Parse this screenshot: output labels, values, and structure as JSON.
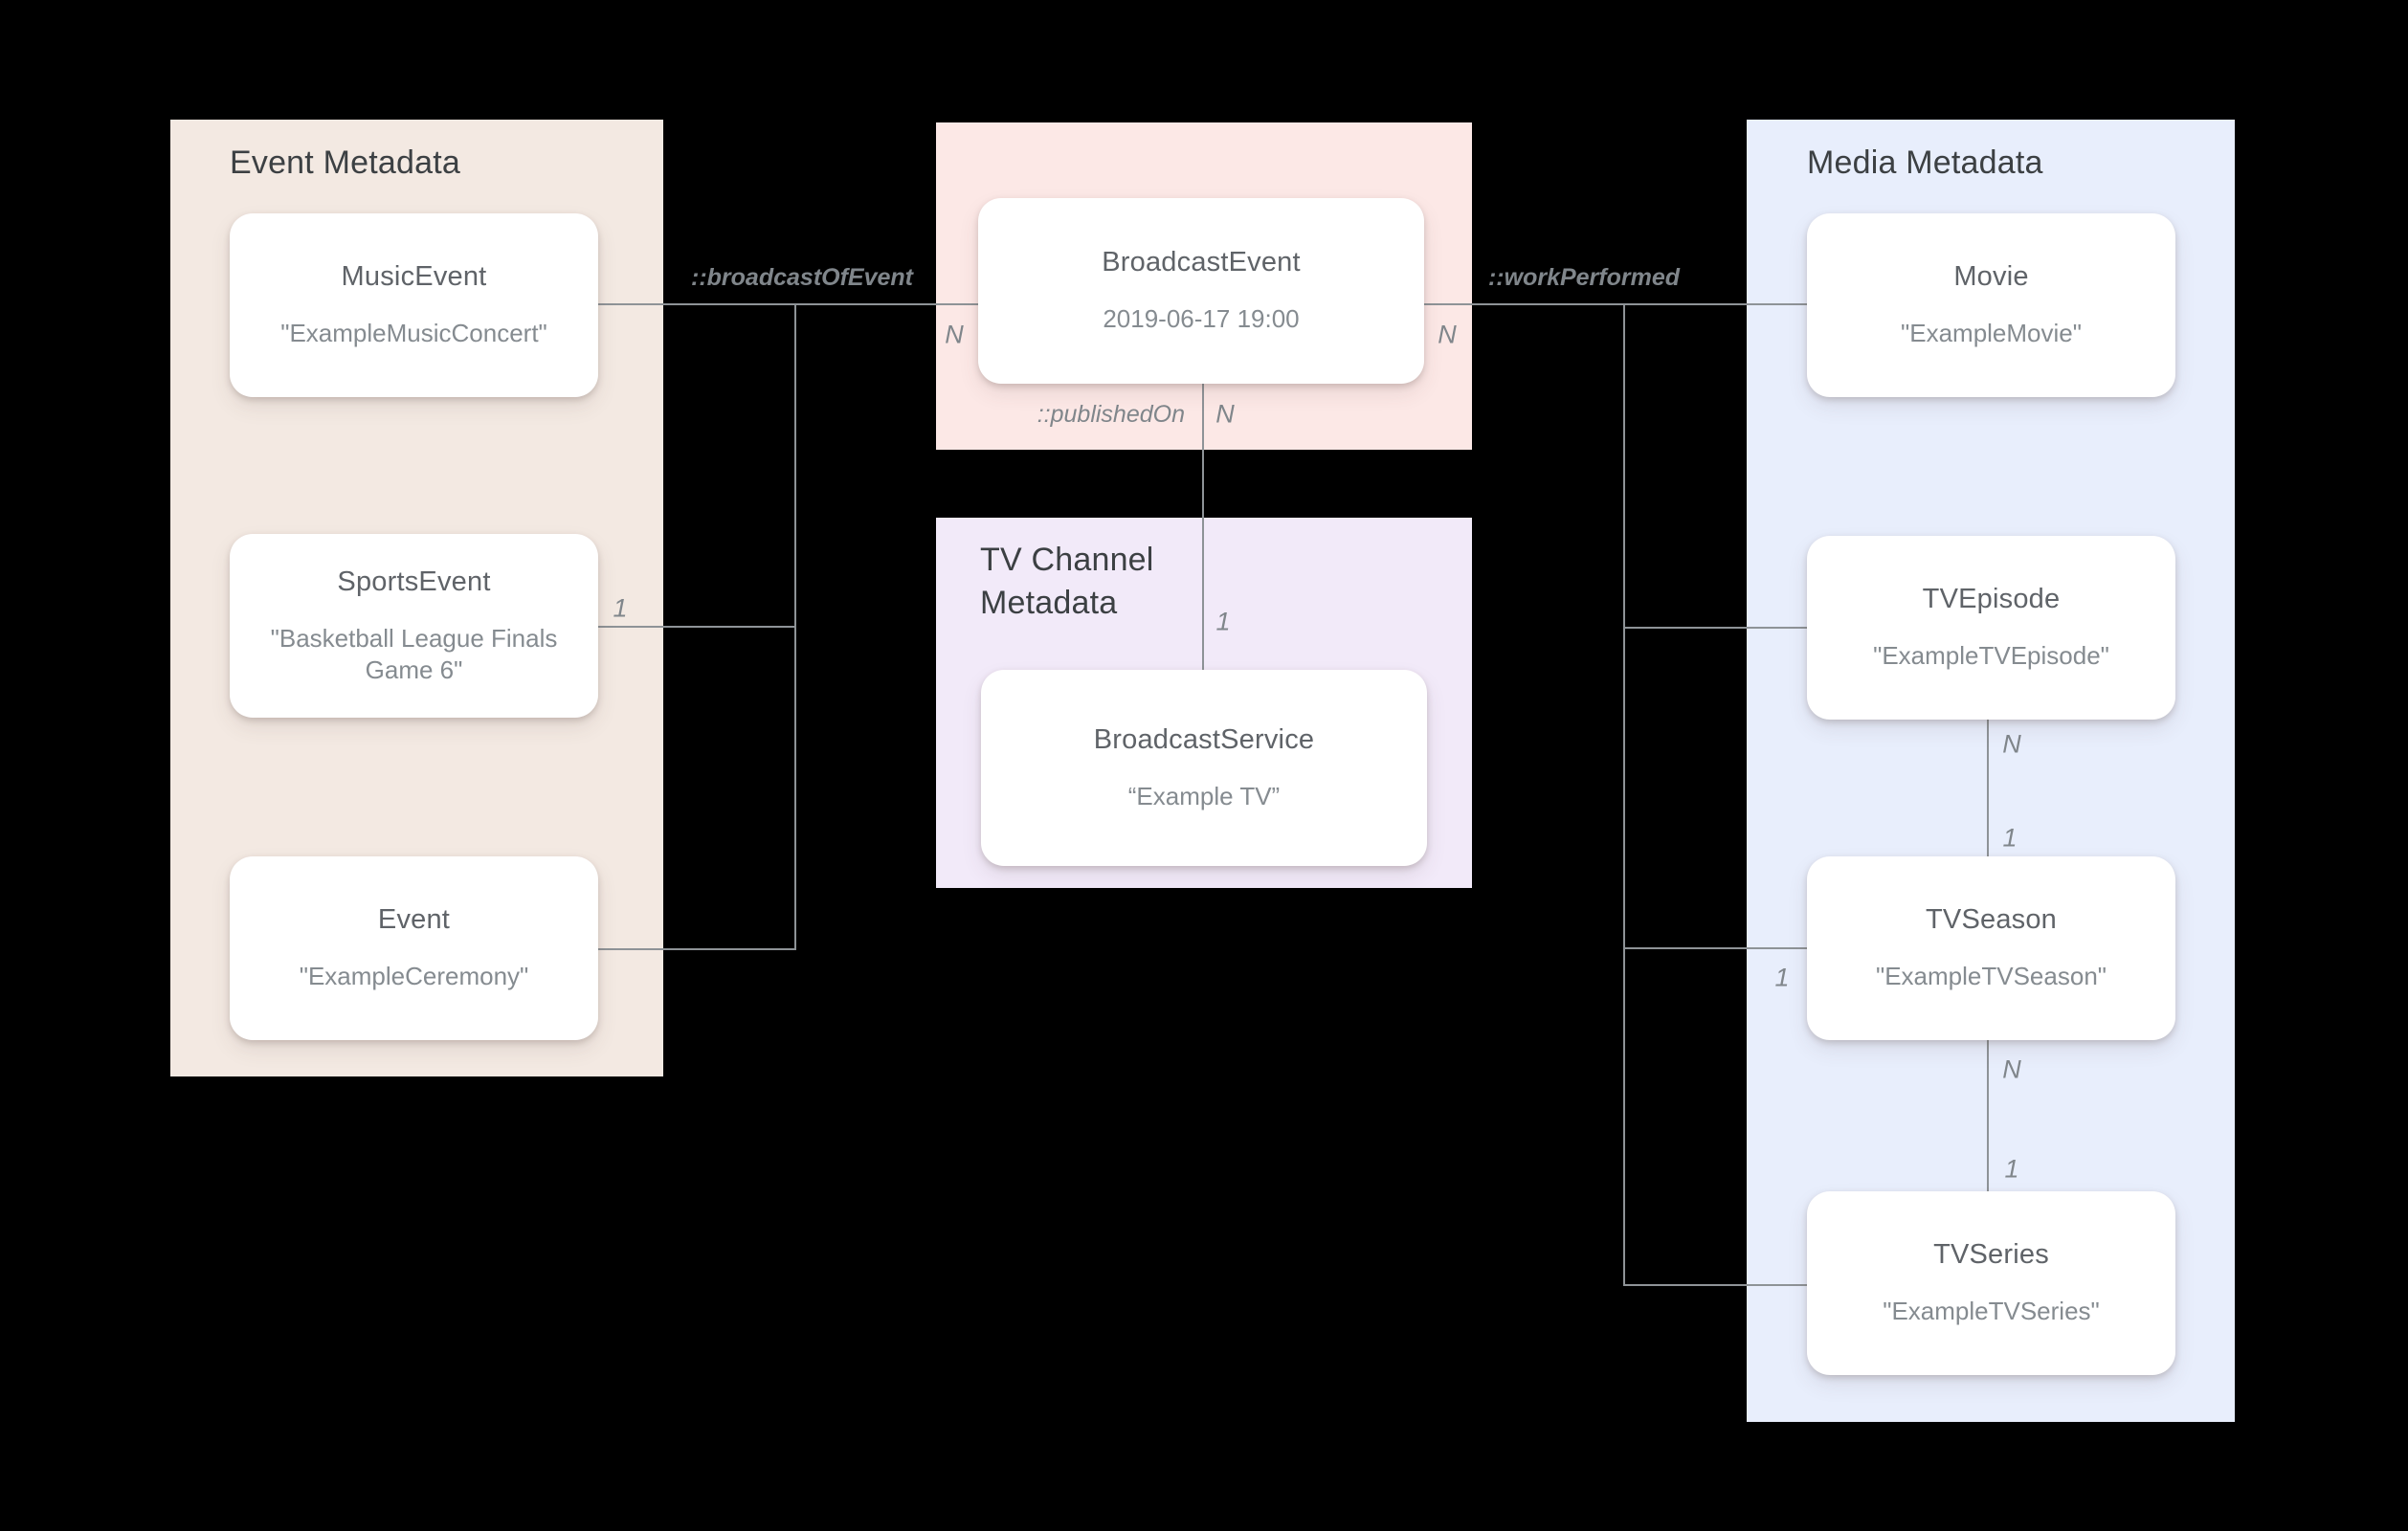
{
  "diagram": {
    "panels": {
      "event": {
        "title": "Event Metadata"
      },
      "broadcast": {
        "title": ""
      },
      "tv_channel": {
        "title": "TV Channel Metadata"
      },
      "media": {
        "title": "Media Metadata"
      }
    },
    "cards": {
      "music_event": {
        "title": "MusicEvent",
        "subtitle": "\"ExampleMusicConcert\""
      },
      "sports_event": {
        "title": "SportsEvent",
        "subtitle": "\"Basketball League Finals Game 6\""
      },
      "event": {
        "title": "Event",
        "subtitle": "\"ExampleCeremony\""
      },
      "broadcast_event": {
        "title": "BroadcastEvent",
        "subtitle": "2019-06-17 19:00"
      },
      "broadcast_service": {
        "title": "BroadcastService",
        "subtitle": "“Example TV”"
      },
      "movie": {
        "title": "Movie",
        "subtitle": "\"ExampleMovie\""
      },
      "tv_episode": {
        "title": "TVEpisode",
        "subtitle": "\"ExampleTVEpisode\""
      },
      "tv_season": {
        "title": "TVSeason",
        "subtitle": "\"ExampleTVSeason\""
      },
      "tv_series": {
        "title": "TVSeries",
        "subtitle": "\"ExampleTVSeries\""
      }
    },
    "relations": {
      "broadcast_of_event": "::broadcastOfEvent",
      "work_performed": "::workPerformed",
      "published_on": "::publishedOn"
    },
    "cardinalities": {
      "broadcast_of_event_n": "N",
      "sports_event_1": "1",
      "work_performed_n": "N",
      "published_on_n": "N",
      "published_on_1": "1",
      "episode_season_n": "N",
      "episode_season_1": "1",
      "season_series_n": "N",
      "season_series_1": "1",
      "season_left_1": "1"
    },
    "colors": {
      "background": "#000000",
      "event_panel": "#f3e9e2",
      "broadcast_panel": "#fce8e6",
      "tv_channel_panel": "#f2eaf9",
      "media_panel": "#e8eefc",
      "card": "#ffffff",
      "line": "#8e9397",
      "title_text": "#3c4043",
      "card_title_text": "#5f6368",
      "muted_text": "#80868b"
    }
  }
}
